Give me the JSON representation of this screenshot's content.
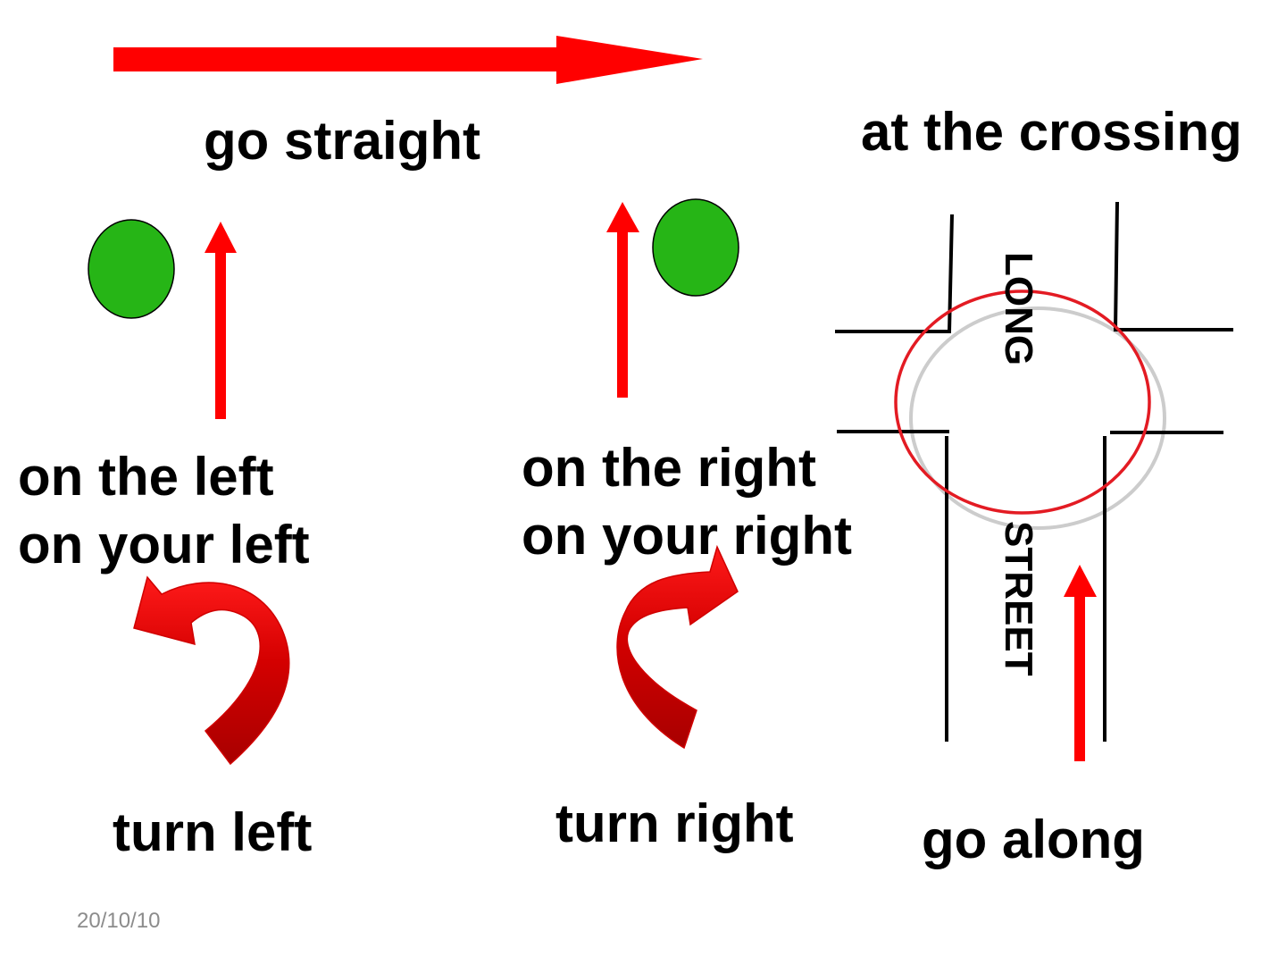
{
  "labels": {
    "go_straight": "go straight",
    "at_the_crossing": "at the crossing",
    "on_the_left": "on the left",
    "on_your_left": "on your left",
    "on_the_right": "on the right",
    "on_your_right": "on your right",
    "turn_left": "turn left",
    "turn_right": "turn right",
    "go_along": "go along"
  },
  "street": {
    "upper_name": "LONG",
    "lower_name": "STREET"
  },
  "footer": {
    "date": "20/10/10"
  },
  "colors": {
    "arrow_red": "#ff0000",
    "curved_arrow_dark_red": "#b00000",
    "circle_green": "#26b516",
    "crossing_highlight_red": "#e31b23",
    "crossing_shadow_grey": "#cccccc",
    "road_line_black": "#000000",
    "date_grey": "#8c8c8c"
  }
}
